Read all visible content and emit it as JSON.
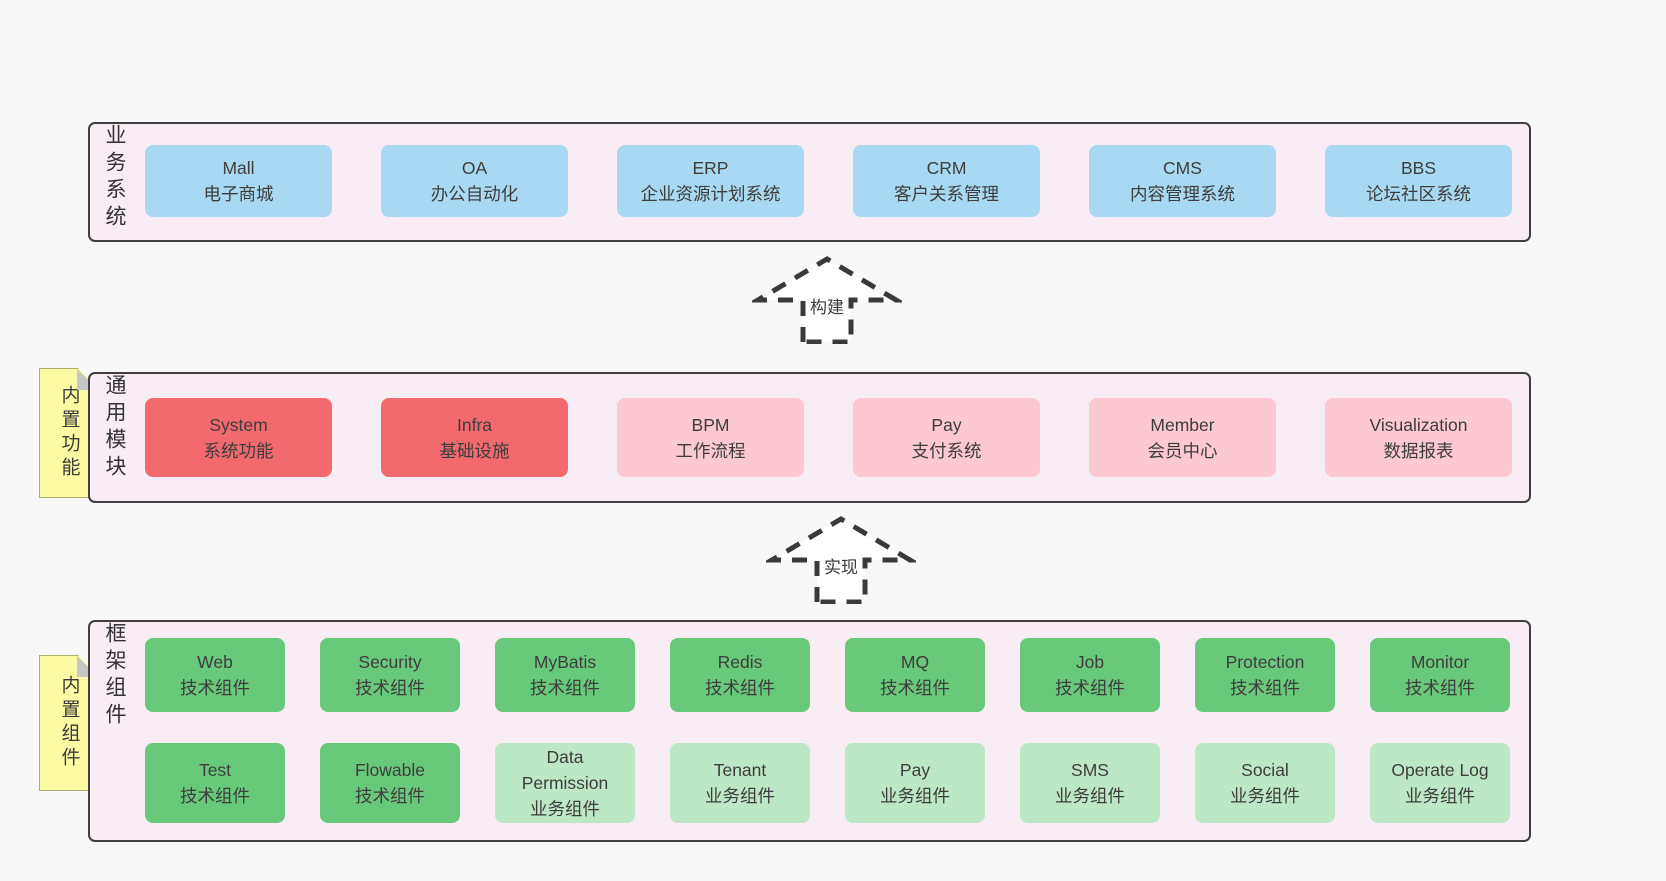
{
  "colors": {
    "page_bg": "#f8f8f8",
    "panel_bg": "#f8edf5",
    "panel_border": "#3f3f3f",
    "blue_box": "#a9d9f2",
    "red_box": "#f2696e",
    "pink_box": "#fcc8d2",
    "green_box": "#69c97a",
    "light_green_box": "#bce8c6",
    "yellow_tag": "#fbfba3",
    "text": "#3d3d3d"
  },
  "arrows": [
    {
      "label": "构建"
    },
    {
      "label": "实现"
    }
  ],
  "layers": [
    {
      "label": "业务系统",
      "boxes": [
        {
          "en": "Mall",
          "zh": "电子商城",
          "variant": "blue"
        },
        {
          "en": "OA",
          "zh": "办公自动化",
          "variant": "blue"
        },
        {
          "en": "ERP",
          "zh": "企业资源计划系统",
          "variant": "blue"
        },
        {
          "en": "CRM",
          "zh": "客户关系管理",
          "variant": "blue"
        },
        {
          "en": "CMS",
          "zh": "内容管理系统",
          "variant": "blue"
        },
        {
          "en": "BBS",
          "zh": "论坛社区系统",
          "variant": "blue"
        }
      ]
    },
    {
      "label": "通用模块",
      "tag": "内置功能",
      "boxes": [
        {
          "en": "System",
          "zh": "系统功能",
          "variant": "red"
        },
        {
          "en": "Infra",
          "zh": "基础设施",
          "variant": "red"
        },
        {
          "en": "BPM",
          "zh": "工作流程",
          "variant": "pink"
        },
        {
          "en": "Pay",
          "zh": "支付系统",
          "variant": "pink"
        },
        {
          "en": "Member",
          "zh": "会员中心",
          "variant": "pink"
        },
        {
          "en": "Visualization",
          "zh": "数据报表",
          "variant": "pink"
        }
      ]
    },
    {
      "label": "框架组件",
      "tag": "内置组件",
      "rows": [
        [
          {
            "en": "Web",
            "zh": "技术组件",
            "variant": "green"
          },
          {
            "en": "Security",
            "zh": "技术组件",
            "variant": "green"
          },
          {
            "en": "MyBatis",
            "zh": "技术组件",
            "variant": "green"
          },
          {
            "en": "Redis",
            "zh": "技术组件",
            "variant": "green"
          },
          {
            "en": "MQ",
            "zh": "技术组件",
            "variant": "green"
          },
          {
            "en": "Job",
            "zh": "技术组件",
            "variant": "green"
          },
          {
            "en": "Protection",
            "zh": "技术组件",
            "variant": "green"
          },
          {
            "en": "Monitor",
            "zh": "技术组件",
            "variant": "green"
          }
        ],
        [
          {
            "en": "Test",
            "zh": "技术组件",
            "variant": "green"
          },
          {
            "en": "Flowable",
            "zh": "技术组件",
            "variant": "green"
          },
          {
            "en": "Data Permission",
            "zh": "业务组件",
            "variant": "lightgreen"
          },
          {
            "en": "Tenant",
            "zh": "业务组件",
            "variant": "lightgreen"
          },
          {
            "en": "Pay",
            "zh": "业务组件",
            "variant": "lightgreen"
          },
          {
            "en": "SMS",
            "zh": "业务组件",
            "variant": "lightgreen"
          },
          {
            "en": "Social",
            "zh": "业务组件",
            "variant": "lightgreen"
          },
          {
            "en": "Operate Log",
            "zh": "业务组件",
            "variant": "lightgreen"
          }
        ]
      ]
    }
  ]
}
